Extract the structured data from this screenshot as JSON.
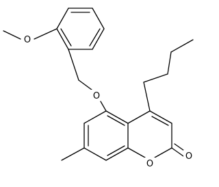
{
  "molecule": {
    "atom_labels": {
      "methoxy_oxygen": "O",
      "ether_oxygen": "O",
      "ring_oxygen": "O",
      "carbonyl_oxygen": "O"
    },
    "colors": {
      "bond": "#000000",
      "label": "#000000",
      "background": "#ffffff"
    }
  }
}
